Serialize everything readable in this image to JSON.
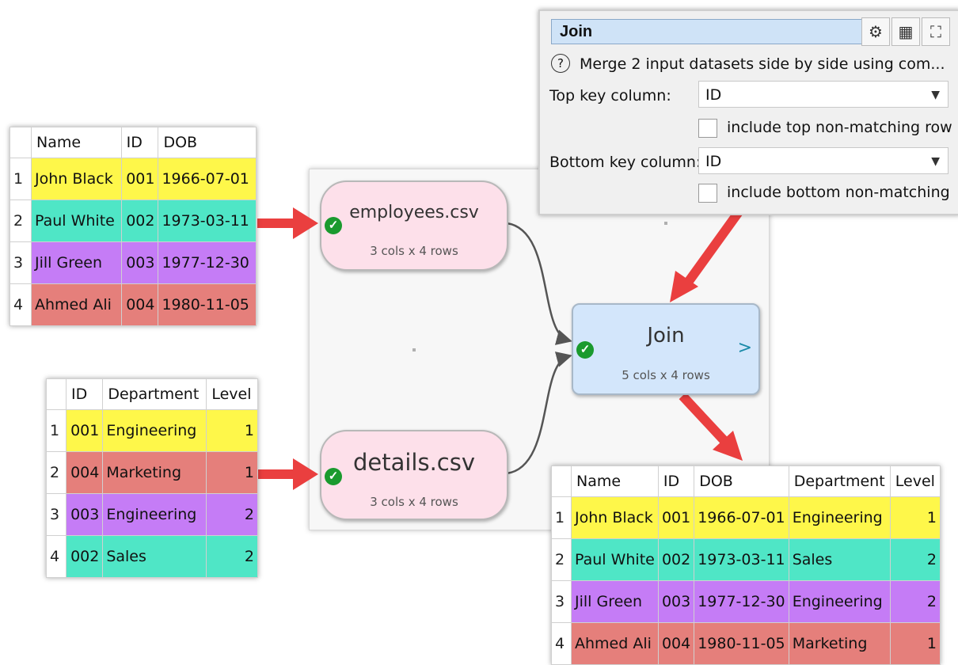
{
  "panel": {
    "name": "Join",
    "description": "Merge 2 input datasets side by side using com...",
    "top_key_label": "Top key column:",
    "top_key_value": "ID",
    "include_top_label": "include top non-matching row",
    "bottom_key_label": "Bottom key column:",
    "bottom_key_value": "ID",
    "include_bottom_label": "include bottom non-matching",
    "icons": [
      "settings-icon",
      "table-icon",
      "maximize-icon",
      "help-icon"
    ]
  },
  "nodes": {
    "employees": {
      "title": "employees.csv",
      "sub": "3 cols x 4 rows"
    },
    "details": {
      "title": "details.csv",
      "sub": "3 cols x 4 rows"
    },
    "join": {
      "title": "Join",
      "sub": "5 cols x 4 rows",
      "expand": ">"
    }
  },
  "employees_table": {
    "headers": [
      "Name",
      "ID",
      "DOB"
    ],
    "rows": [
      {
        "n": "1",
        "name": "John Black",
        "id": "001",
        "dob": "1966-07-01"
      },
      {
        "n": "2",
        "name": "Paul White",
        "id": "002",
        "dob": "1973-03-11"
      },
      {
        "n": "3",
        "name": "Jill Green",
        "id": "003",
        "dob": "1977-12-30"
      },
      {
        "n": "4",
        "name": "Ahmed Ali",
        "id": "004",
        "dob": "1980-11-05"
      }
    ]
  },
  "details_table": {
    "headers": [
      "ID",
      "Department",
      "Level"
    ],
    "rows": [
      {
        "n": "1",
        "id": "001",
        "dept": "Engineering",
        "level": "1"
      },
      {
        "n": "2",
        "id": "004",
        "dept": "Marketing",
        "level": "1"
      },
      {
        "n": "3",
        "id": "003",
        "dept": "Engineering",
        "level": "2"
      },
      {
        "n": "4",
        "id": "002",
        "dept": "Sales",
        "level": "2"
      }
    ]
  },
  "result_table": {
    "headers": [
      "Name",
      "ID",
      "DOB",
      "Department",
      "Level"
    ],
    "rows": [
      {
        "n": "1",
        "name": "John Black",
        "id": "001",
        "dob": "1966-07-01",
        "dept": "Engineering",
        "level": "1"
      },
      {
        "n": "2",
        "name": "Paul White",
        "id": "002",
        "dob": "1973-03-11",
        "dept": "Sales",
        "level": "2"
      },
      {
        "n": "3",
        "name": "Jill Green",
        "id": "003",
        "dob": "1977-12-30",
        "dept": "Engineering",
        "level": "2"
      },
      {
        "n": "4",
        "name": "Ahmed Ali",
        "id": "004",
        "dob": "1980-11-05",
        "dept": "Marketing",
        "level": "1"
      }
    ]
  },
  "row_colors": {
    "001": "#fef74a",
    "002": "#4fe6c6",
    "003": "#c57cf6",
    "004": "#e57f7b"
  },
  "accent_arrow_color": "#ea3f3f"
}
